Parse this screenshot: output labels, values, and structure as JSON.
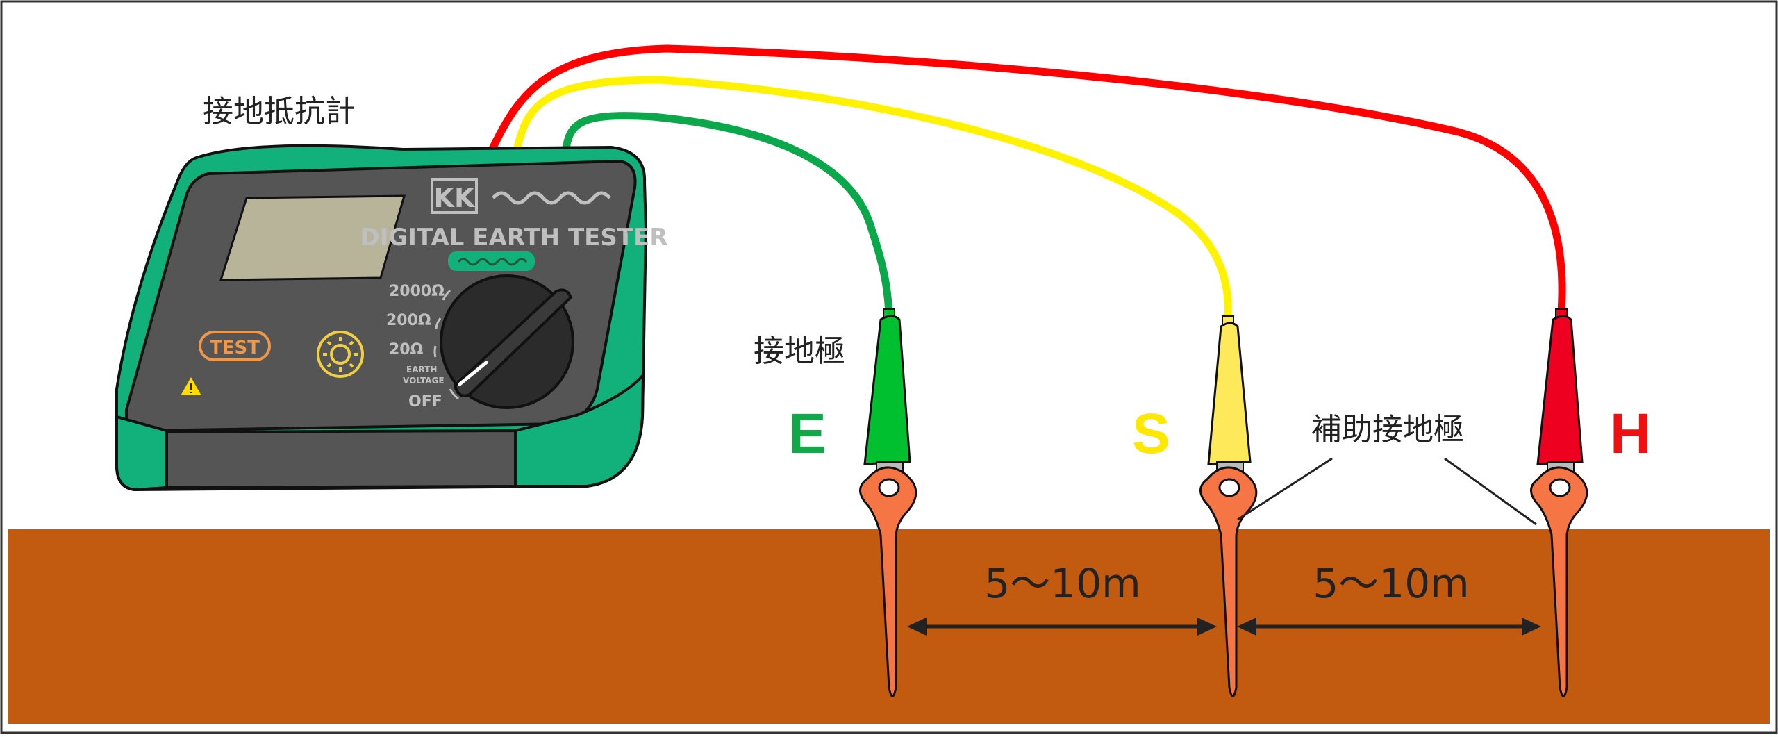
{
  "labels": {
    "tester": "接地抵抗計",
    "earth_electrode": "接地極",
    "auxiliary_electrode": "補助接地極",
    "distance_1": "5～10m",
    "distance_2": "5～10m"
  },
  "terminals": {
    "e": "E",
    "s": "S",
    "h": "H"
  },
  "device": {
    "brand": "KK",
    "model_text": "DIGITAL EARTH TESTER",
    "test_button": "TEST",
    "range_2000": "2000Ω",
    "range_200": "200Ω",
    "range_20": "20Ω",
    "earth_voltage_1": "EARTH",
    "earth_voltage_2": "VOLTAGE",
    "off": "OFF"
  },
  "colors": {
    "e_wire": "#0aa84a",
    "s_wire": "#fff200",
    "h_wire": "#ff0000",
    "e_clip": "#00c030",
    "s_clip": "#fde95a",
    "h_clip": "#ee0020",
    "e_label": "#11a84a",
    "s_label": "#ffe800",
    "h_label": "#ee1111",
    "ground": "#c25a10",
    "stake": "#f57545",
    "device_body": "#555555",
    "device_frame": "#12b07a",
    "screen": "#b8b49a"
  }
}
